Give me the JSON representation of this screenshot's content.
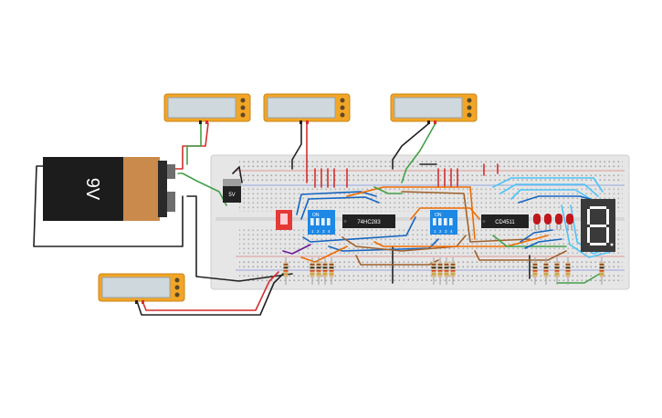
{
  "battery": {
    "label": "9V"
  },
  "regulator": {
    "label": "5V"
  },
  "chips": [
    {
      "id": "adder",
      "label": "74HC283"
    },
    {
      "id": "decoder",
      "label": "CD4511"
    }
  ],
  "dip_switches": [
    {
      "id": "dip-a",
      "on_label": "ON",
      "pin_labels": [
        "1",
        "2",
        "3",
        "4"
      ]
    },
    {
      "id": "dip-b",
      "on_label": "ON",
      "pin_labels": [
        "1",
        "2",
        "3",
        "4"
      ]
    }
  ],
  "seven_segment": {
    "digit": "8"
  },
  "leds": {
    "count": 4,
    "color": "#c0161c"
  },
  "multimeters": {
    "count": 4,
    "display_color": "#cfd8dc",
    "body_color": "#f3a526"
  },
  "colors": {
    "breadboard": "#e8e8e8",
    "dip_blue": "#1e88e5",
    "wire_red": "#d32f2f",
    "wire_black": "#212121",
    "wire_green": "#43a047",
    "wire_orange": "#ef6c00",
    "wire_blue": "#1565c0",
    "wire_cyan": "#4fc3f7",
    "wire_brown": "#a0612a",
    "wire_purple": "#6a1b9a"
  }
}
